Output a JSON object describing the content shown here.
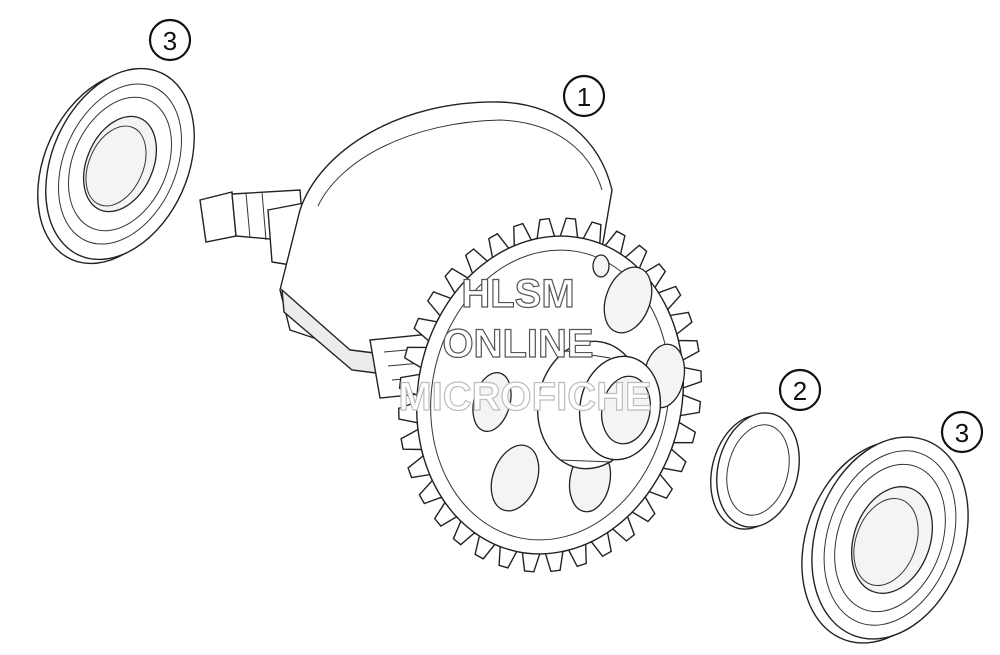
{
  "callouts": [
    {
      "id": "callout-1",
      "label": "1"
    },
    {
      "id": "callout-2",
      "label": "2"
    },
    {
      "id": "callout-3-left",
      "label": "3"
    },
    {
      "id": "callout-3-right",
      "label": "3"
    }
  ],
  "watermark": {
    "line1": "HLSM",
    "line2": "ONLINE",
    "line3": "MICROFICHE"
  }
}
